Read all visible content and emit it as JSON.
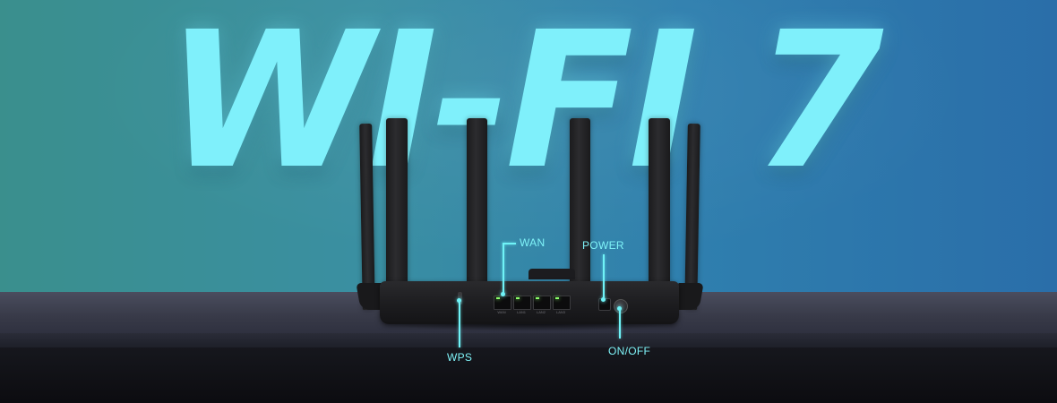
{
  "headline": "WI-FI 7",
  "callouts": {
    "wan": "WAN",
    "power": "POWER",
    "wps": "WPS",
    "onoff": "ON/OFF"
  },
  "port_captions": [
    "WAN",
    "LAN1",
    "LAN2",
    "LAN3"
  ],
  "colors": {
    "wall": "#3a8fa2",
    "headline": "#7ff0fb",
    "callout": "#6ff3f7",
    "shelf": "#383a48",
    "router": "#1c1c1f",
    "port_led": "#8bff6a"
  }
}
